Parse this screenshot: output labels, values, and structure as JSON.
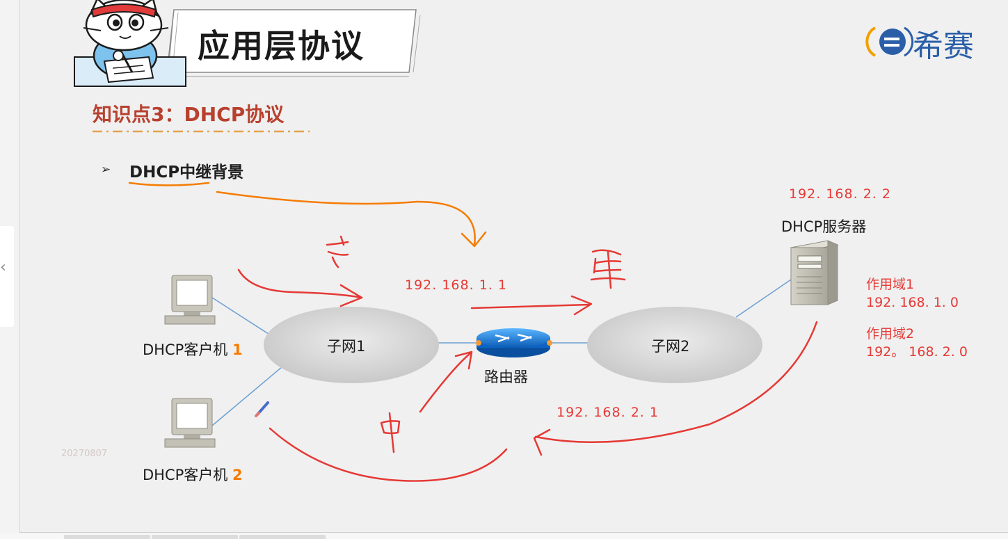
{
  "slide": {
    "title": "应用层协议",
    "logo": "希赛",
    "knowledge_point": "知识点3：DHCP协议",
    "bullet": "DHCP中继背景",
    "watermark": "20270807"
  },
  "diagram": {
    "server_label": "DHCP服务器",
    "server_ip": "192. 168. 2. 2",
    "router_label": "路由器",
    "router_ip_subnet1": "192. 168. 1. 1",
    "router_ip_subnet2": "192. 168. 2. 1",
    "subnet1_label": "子网1",
    "subnet2_label": "子网2",
    "client1_label": "DHCP客户机",
    "client1_suffix": "1",
    "client2_label": "DHCP客户机",
    "client2_suffix": "2",
    "scope1_name": "作用域1",
    "scope1_net": "192. 168. 1. 0",
    "scope2_name": "作用域2",
    "scope2_net": "192。 168. 2. 0"
  },
  "colors": {
    "title_red": "#b8402e",
    "ip_red": "#e53935",
    "ink_red": "#e53935",
    "ink_orange": "#f57c00",
    "link_blue": "#6e9fd4",
    "logo_blue": "#2a5ea8"
  },
  "icons": [
    "cat-mascot-icon",
    "xisai-logo-icon",
    "computer-icon",
    "router-icon",
    "server-icon",
    "pen-icon"
  ]
}
